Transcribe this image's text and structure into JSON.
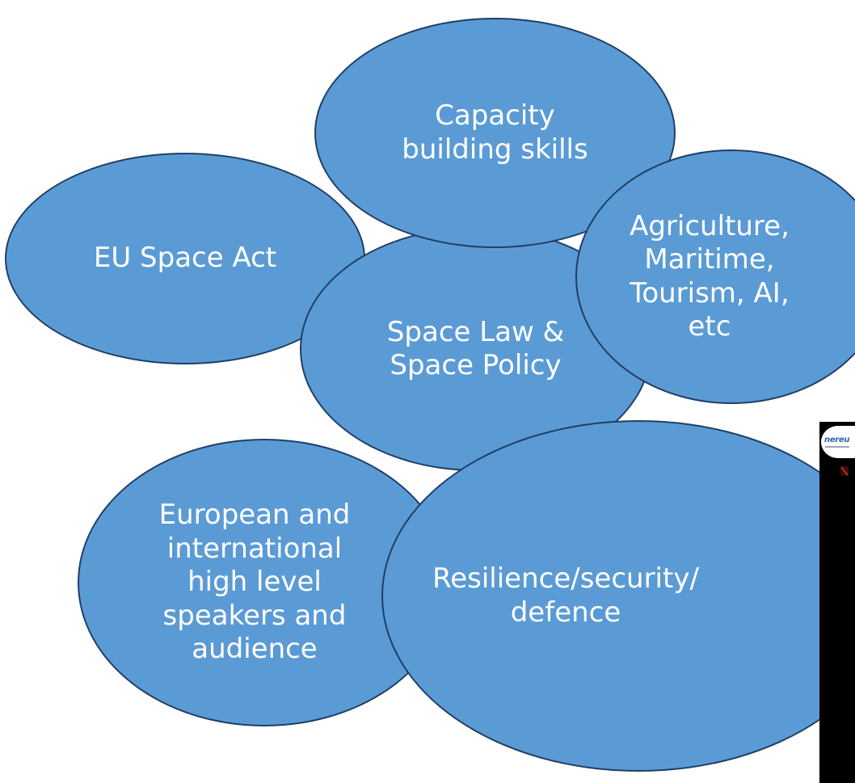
{
  "diagram": {
    "fill_color": "#5b9bd5",
    "border_color": "#1f3f66",
    "text_color": "#ffffff",
    "nodes": [
      {
        "id": "eu-act",
        "label": "EU Space Act"
      },
      {
        "id": "space-law",
        "label": "Space Law &\nSpace Policy"
      },
      {
        "id": "capacity",
        "label": "Capacity\nbuilding skills"
      },
      {
        "id": "agri",
        "label": "Agriculture,\nMaritime,\nTourism, AI,\netc"
      },
      {
        "id": "european",
        "label": "European and\ninternational\nhigh level\nspeakers and\naudience"
      },
      {
        "id": "resilience",
        "label": "Resilience/security/\ndefence"
      }
    ]
  },
  "side_panel": {
    "logo_text": "nereu",
    "background": "#000000",
    "icon": "muted-icon"
  }
}
